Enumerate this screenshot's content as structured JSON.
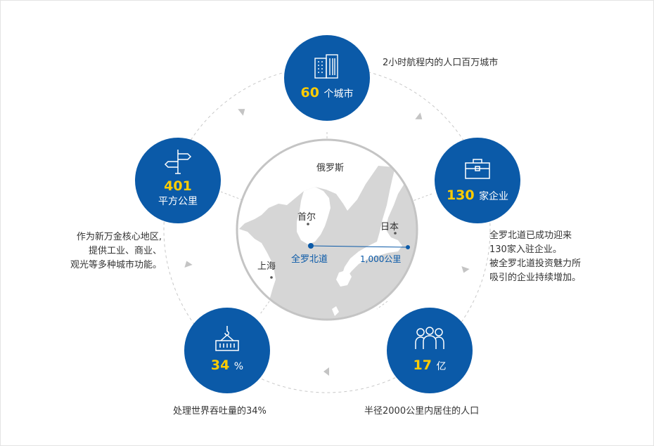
{
  "center_map": {
    "label_russia": "俄罗斯",
    "label_seoul": "首尔",
    "label_japan": "日本",
    "label_jeonbuk": "全罗北道",
    "label_shanghai": "上海",
    "label_distance": "1,000公里"
  },
  "nodes": [
    {
      "id": "cities",
      "icon": "buildings-icon",
      "number": "60",
      "unit": "个城市",
      "caption": [
        "2小时航程内的人口百万城市"
      ]
    },
    {
      "id": "companies",
      "icon": "briefcase-icon",
      "number": "130",
      "unit": "家企业",
      "caption": [
        "全罗北道已成功迎来",
        "130家入驻企业。",
        "被全罗北道投资魅力所",
        "吸引的企业持续增加。"
      ]
    },
    {
      "id": "population",
      "icon": "people-icon",
      "number": "17",
      "unit": "亿",
      "caption": [
        "半径2000公里内居住的人口"
      ]
    },
    {
      "id": "throughput",
      "icon": "container-crane-icon",
      "number": "34",
      "unit": "%",
      "caption": [
        "处理世界吞吐量的34%"
      ]
    },
    {
      "id": "area",
      "icon": "signpost-icon",
      "number": "401",
      "unit": "平方公里",
      "caption": [
        "作为新万金核心地区,",
        "提供工业、商业、",
        "观光等多种城市功能。"
      ]
    }
  ],
  "colors": {
    "node_blue": "#0b5aa8",
    "number_yellow": "#ffcc00",
    "map_land": "#ffffff",
    "map_sea": "#d6d6d6",
    "dashed_ring": "#c8c8c8"
  }
}
